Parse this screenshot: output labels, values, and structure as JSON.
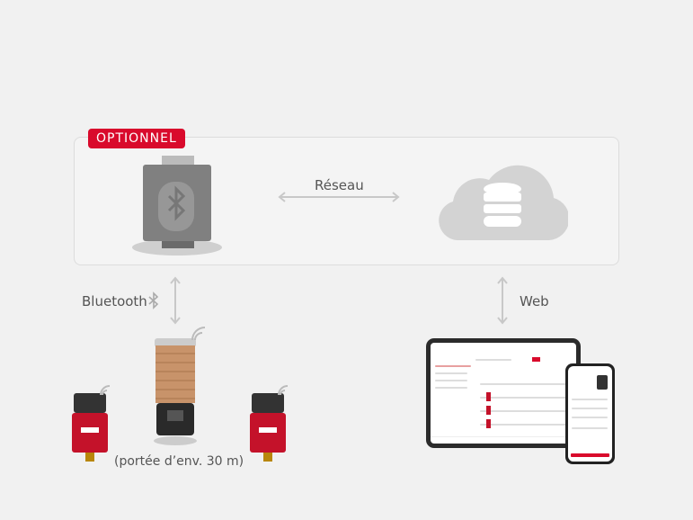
{
  "badge": "OPTIONNEL",
  "labels": {
    "network": "Réseau",
    "bluetooth": "Bluetooth",
    "web": "Web",
    "range": "(portée d’env. 30 m)"
  },
  "colors": {
    "accent": "#d90a2c",
    "cloud": "#d3d3d3",
    "background": "#f1f1f1"
  },
  "icons": [
    "bluetooth-icon",
    "cloud-database-icon",
    "wifi-icon"
  ]
}
